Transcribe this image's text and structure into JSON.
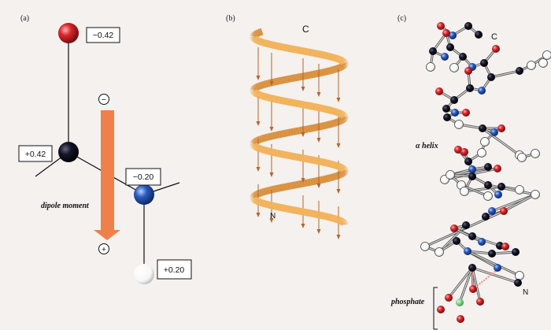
{
  "panel_a": {
    "label": "(a)",
    "charges": {
      "oxygen": "−0.42",
      "carbon": "+0.42",
      "nitrogen": "−0.20",
      "hydrogen": "+0.20"
    },
    "minus_sign": "−",
    "plus_sign": "+",
    "arrow_label": "dipole moment",
    "colors": {
      "oxygen": "#d8262b",
      "carbon": "#111122",
      "nitrogen": "#2a5bbf",
      "hydrogen": "#ffffff",
      "arrow": "#f0804a"
    }
  },
  "panel_b": {
    "label": "(b)",
    "c_terminus": "C",
    "n_terminus": "N",
    "colors": {
      "ribbon": "#f2b25a",
      "arrows": "#b5652a"
    }
  },
  "panel_c": {
    "label": "(c)",
    "c_terminus": "C",
    "n_terminus": "N",
    "helix_label": "α helix",
    "phosphate_label": "phosphate"
  }
}
